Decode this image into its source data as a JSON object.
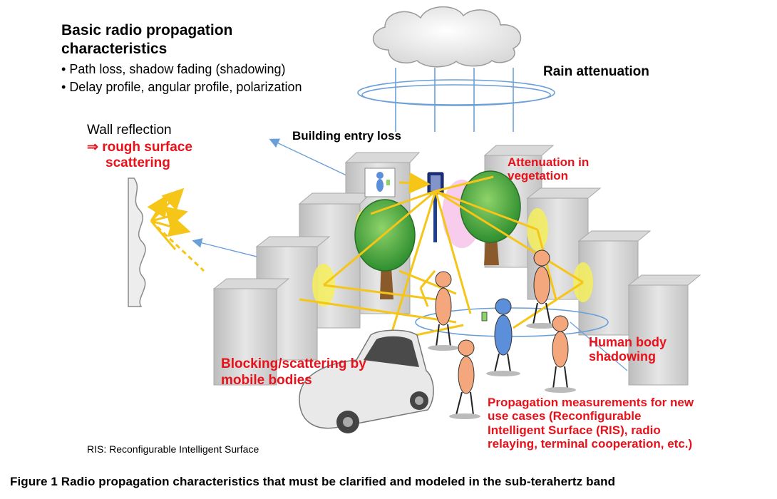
{
  "header": {
    "title_line1": "Basic radio propagation",
    "title_line2": "characteristics",
    "bullets": [
      "Path loss, shadow fading (shadowing)",
      "Delay profile, angular profile, polarization"
    ]
  },
  "labels": {
    "rain": "Rain attenuation",
    "wall_line1": "Wall reflection",
    "wall_line2": "⇒ rough surface",
    "wall_line3": "scattering",
    "building_entry": "Building entry loss",
    "veg_line1": "Attenuation in",
    "veg_line2": "vegetation",
    "human_line1": "Human body",
    "human_line2": "shadowing",
    "blocking_line1": "Blocking/scattering by",
    "blocking_line2": "mobile bodies",
    "newuse_line1": "Propagation measurements for new",
    "newuse_line2": "use cases (Reconfigurable",
    "newuse_line3": "Intelligent Surface (RIS), radio",
    "newuse_line4": "relaying, terminal cooperation, etc.)"
  },
  "footnote": "RIS: Reconfigurable Intelligent Surface",
  "caption": "Figure 1  Radio propagation characteristics that must be clarified and modeled in the sub-terahertz band",
  "colors": {
    "red_text": "#e8111a",
    "ray_yellow": "#f5c518",
    "ray_blue": "#6a9fd8",
    "person_orange": "#f4a77c",
    "person_blue": "#5b8fd9",
    "tree_green": "#3aa13a",
    "building_gray": "#c8c8c8"
  }
}
